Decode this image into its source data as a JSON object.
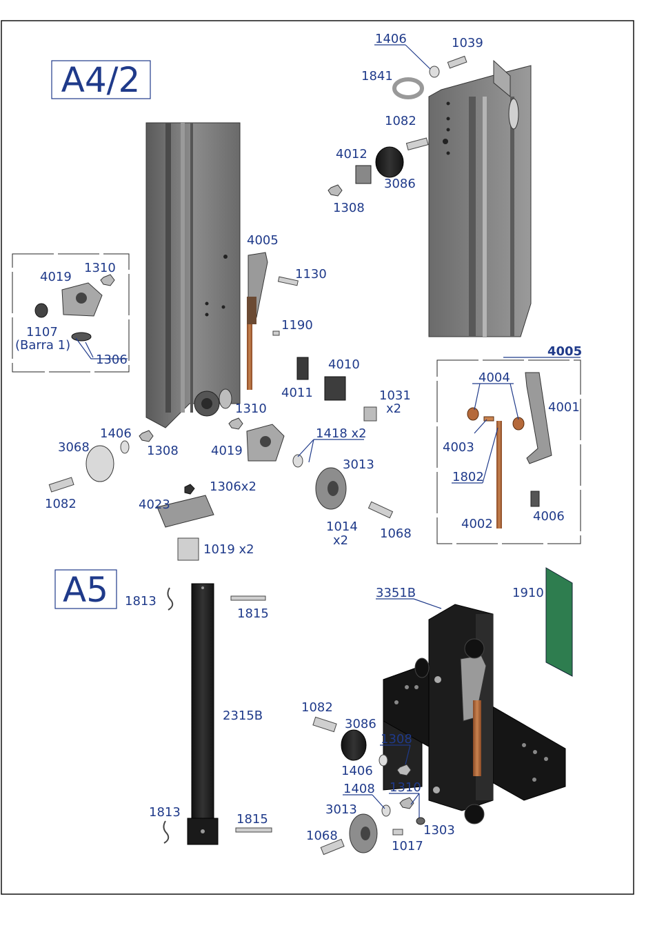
{
  "sections": {
    "a4": "A4/2",
    "a5": "A5"
  },
  "labels": {
    "p1406_top": "1406",
    "p1039": "1039",
    "p1841": "1841",
    "p1082_top": "1082",
    "p4012": "4012",
    "p3086_top": "3086",
    "p1308_top": "1308",
    "p4005": "4005",
    "p1130": "1130",
    "p1190": "1190",
    "inset_4019": "4019",
    "inset_1310": "1310",
    "inset_1107": "1107",
    "inset_barra": "(Barra 1)",
    "inset_1306": "1306",
    "p4011": "4011",
    "p4010": "4010",
    "p1031": "1031",
    "p1031_qty": "x2",
    "p1406_mid": "1406",
    "p3068": "3068",
    "p1308_mid": "1308",
    "p1310_mid": "1310",
    "p4019_mid": "4019",
    "p1418": "1418 x2",
    "p3013_mid": "3013",
    "p1082_mid": "1082",
    "p4023": "4023",
    "p1306x2": "1306x2",
    "p1014": "1014",
    "p1014_qty": "x2",
    "p1068_mid": "1068",
    "p1019": "1019 x2",
    "detail_title": "4005",
    "d4004": "4004",
    "d4001": "4001",
    "d4003": "4003",
    "d1802": "1802",
    "d4002": "4002",
    "d4006": "4006",
    "p1813_top": "1813",
    "p1815_top": "1815",
    "p2315B": "2315B",
    "p3351B": "3351B",
    "p1910": "1910",
    "p1082_bot": "1082",
    "p3086_bot": "3086",
    "p1308_bot": "1308",
    "p1406_bot": "1406",
    "p1408": "1408",
    "p1310_bot": "1310",
    "p3013_bot": "3013",
    "p1303": "1303",
    "p1068_bot": "1068",
    "p1017": "1017",
    "p1813_bot": "1813",
    "p1815_bot": "1815"
  },
  "colors": {
    "label": "#1f3a8a",
    "steel": "#7a7a7a",
    "rod": "#b5693a",
    "panel": "#2e7d4f",
    "black": "#1a1a1a"
  }
}
